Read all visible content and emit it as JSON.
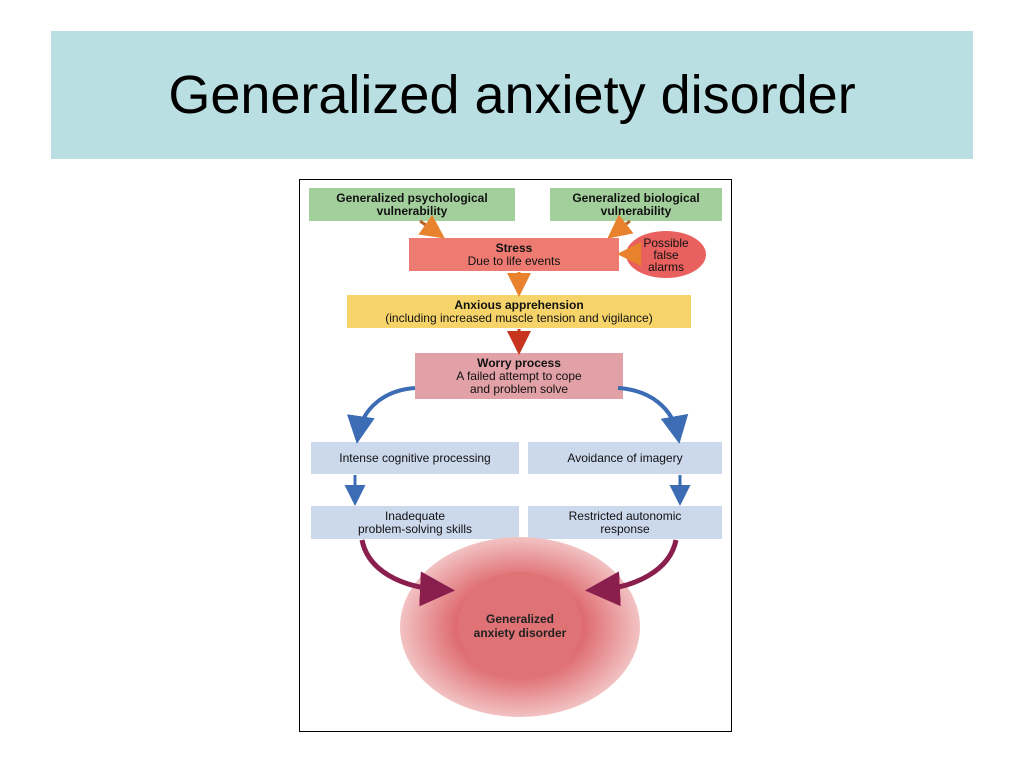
{
  "slide": {
    "title": "Generalized anxiety disorder"
  },
  "diagram": {
    "psych_vuln": [
      "Generalized psychological",
      "vulnerability"
    ],
    "bio_vuln": [
      "Generalized biological",
      "vulnerability"
    ],
    "stress_title": "Stress",
    "stress_sub": "Due to life events",
    "false_alarms": [
      "Possible",
      "false",
      "alarms"
    ],
    "apprehension_title": "Anxious apprehension",
    "apprehension_sub": "(including increased muscle tension and vigilance)",
    "worry_title": "Worry process",
    "worry_sub": [
      "A failed attempt to cope",
      "and problem solve"
    ],
    "intense_processing": "Intense cognitive processing",
    "avoidance": "Avoidance of imagery",
    "inadequate": [
      "Inadequate",
      "problem-solving skills"
    ],
    "restricted": [
      "Restricted autonomic",
      "response"
    ],
    "outcome": [
      "Generalized",
      "anxiety disorder"
    ]
  },
  "colors": {
    "title_bg": "#b9dfe2",
    "green_box": "#a3cf9c",
    "stress_box": "#ee7b72",
    "apprehension_box": "#f6d46a",
    "worry_box": "#e2a1a7",
    "blue_box": "#ccd8ec",
    "orange_arrow": "#e8822c",
    "red_arrow": "#c8351f",
    "blue_arrow": "#3b6cb4",
    "purple_arrow": "#8a1f4e"
  }
}
